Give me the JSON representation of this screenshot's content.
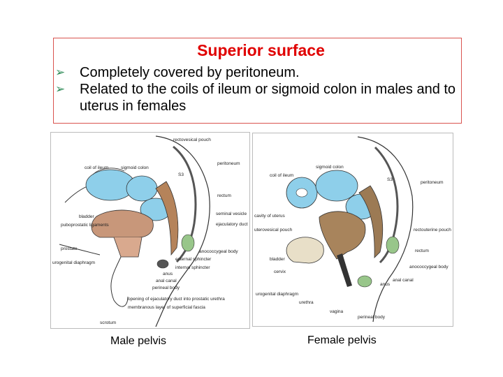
{
  "slide": {
    "title": "Superior surface",
    "bullets": [
      "Completely covered by peritoneum.",
      "Related to the coils of ileum or sigmoid colon in males and to uterus in females"
    ],
    "bullet_icon": "arrow-bullet-icon",
    "colors": {
      "title": "#e00000",
      "border": "#d9534f",
      "bullet": "#2e8b57"
    }
  },
  "figures": {
    "male": {
      "caption": "Male pelvis",
      "labels": [
        "rectovesical pouch",
        "coil of ileum",
        "sigmoid colon",
        "S3",
        "peritoneum",
        "rectum",
        "bladder",
        "seminal vesicle",
        "ejaculatory duct",
        "puboprostatic ligaments",
        "prostate",
        "anococcygeal body",
        "urogenital diaphragm",
        "external sphincter",
        "internal sphincter",
        "anus",
        "anal canal",
        "perineal body",
        "opening of ejaculatory duct into prostatic urethra",
        "membranous layer of superficial fascia",
        "scrotum"
      ]
    },
    "female": {
      "caption": "Female pelvis",
      "labels": [
        "sigmoid colon",
        "coil of ileum",
        "S3",
        "peritoneum",
        "rectouterine pouch",
        "cavity of uterus",
        "uterovesical pouch",
        "rectum",
        "anococcygeal body",
        "bladder",
        "cervix",
        "anal canal",
        "anus",
        "urogenital diaphragm",
        "urethra",
        "vagina",
        "perineal body"
      ]
    }
  }
}
